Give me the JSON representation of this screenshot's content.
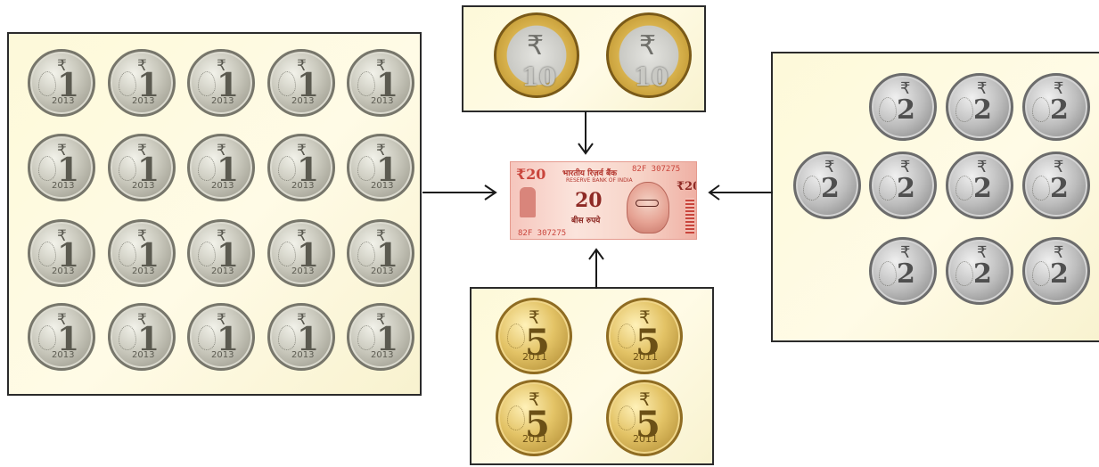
{
  "colors": {
    "panel_fill": "#fdf9d9",
    "panel_border": "#2b2b2b",
    "arrow": "#1a1a1a",
    "note_accent": "#c9453c"
  },
  "panels": {
    "ones": {
      "denomination": "1",
      "year": "2013",
      "count": 20,
      "rows": 4,
      "cols": 5
    },
    "tens": {
      "denomination": "10",
      "count": 2
    },
    "fives": {
      "denomination": "5",
      "year": "2011",
      "count": 4,
      "rows": 2,
      "cols": 2
    },
    "twos": {
      "denomination": "2",
      "count": 10
    }
  },
  "currency_symbol": "₹",
  "note": {
    "denomination": "20",
    "bank_name_hi": "भारतीय रिज़र्व बैंक",
    "bank_name_en": "RESERVE BANK OF INDIA",
    "serial": "82F 307275",
    "amount_words_hi": "बीस रुपये"
  },
  "icons": {
    "arrow": "arrow-icon",
    "coin": "coin-icon",
    "note": "banknote-icon"
  }
}
